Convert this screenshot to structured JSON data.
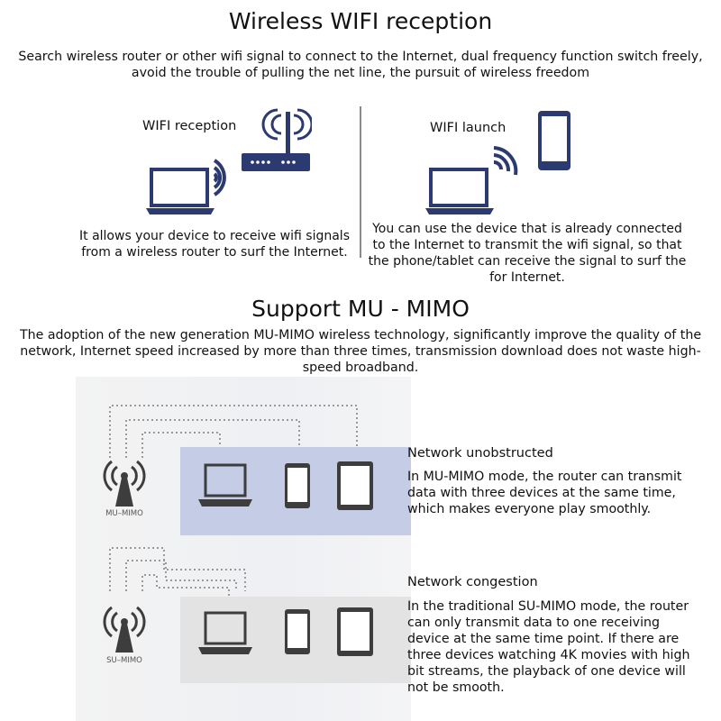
{
  "section1": {
    "title": "Wireless WIFI reception",
    "intro": "Search wireless router or other wifi signal to connect to the Internet, dual frequency function switch freely, avoid the trouble of pulling the net line, the pursuit of wireless freedom",
    "reception": {
      "label": "WIFI reception",
      "description": "It allows your device to receive wifi signals from a wireless router to surf the Internet."
    },
    "launch": {
      "label": "WIFI launch",
      "description": "You can use the device that is already connected to the Internet to transmit the wifi signal, so that the phone/tablet can receive the signal to surf the for Internet."
    }
  },
  "section2": {
    "title": "Support MU - MIMO",
    "intro": "The adoption of the new generation MU-MIMO wireless technology, significantly improve the quality of the network, Internet speed increased by more than three times, transmission download does not waste high-speed broadband.",
    "mu": {
      "antenna_label": "MU–MIMO",
      "heading": "Network unobstructed",
      "text": "In MU-MIMO mode, the router can transmit data with three devices at the same time, which makes everyone play smoothly."
    },
    "su": {
      "antenna_label": "SU–MIMO",
      "heading": "Network congestion",
      "text": "In the traditional SU-MIMO mode, the router can only transmit data to one receiving device at the same time point. If there are three devices watching 4K movies with high bit streams, the playback of one device will not be smooth."
    }
  },
  "colors": {
    "icon_navy": "#2c3a72",
    "mu_panel": "#c5cde6",
    "su_panel": "#e3e3e3",
    "dotted_line": "#9a9a9a",
    "device_dark": "#3d3d3d"
  }
}
